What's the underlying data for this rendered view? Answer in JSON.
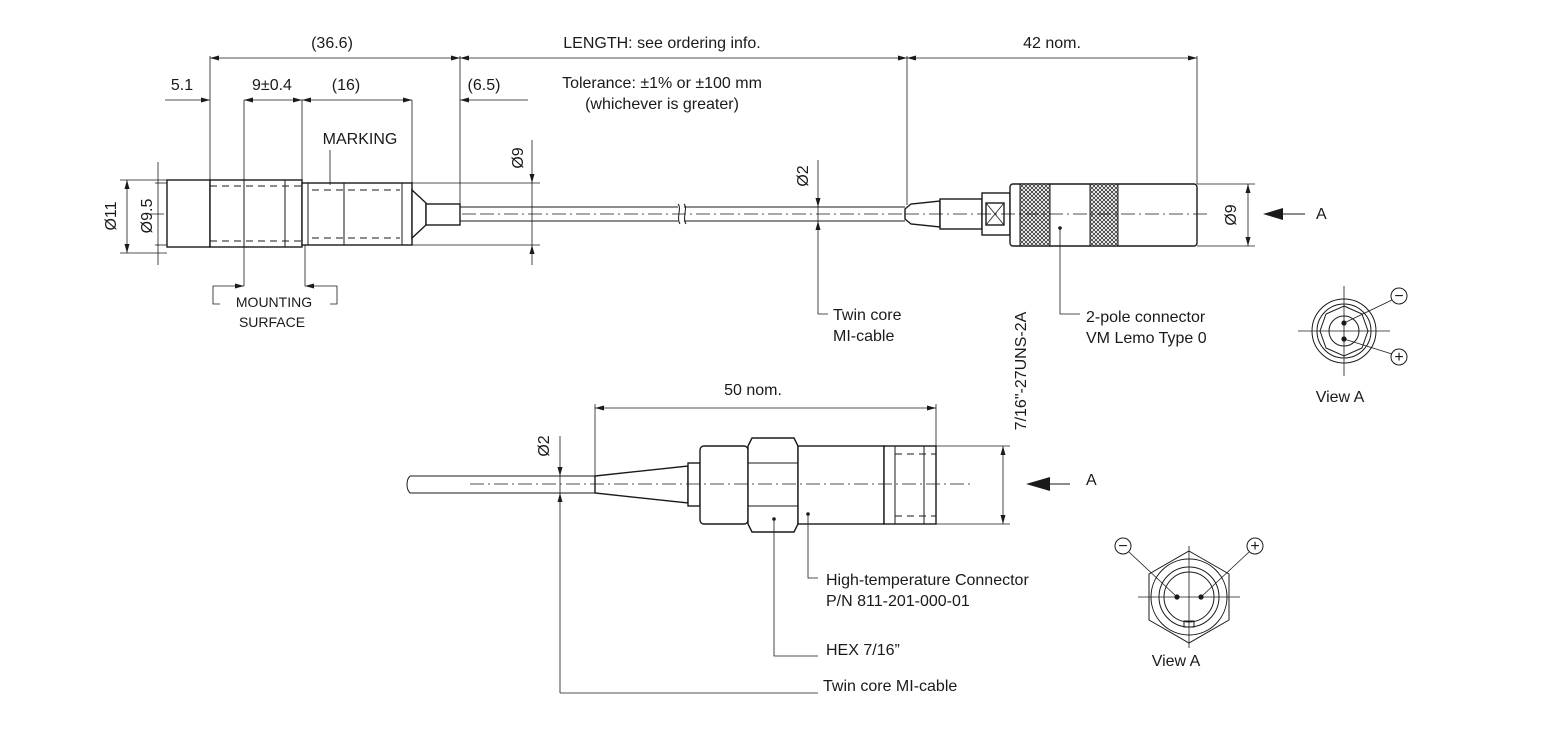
{
  "dimensions": {
    "overall_probe": "(36.6)",
    "length": "LENGTH: see ordering info.",
    "connector_length": "42 nom.",
    "tip": "5.1",
    "thread": "9±0.4",
    "body": "(16)",
    "tail": "(6.5)",
    "tolerance_line1": "Tolerance: ±1% or ±100 mm",
    "tolerance_line2": "(whichever is greater)",
    "dia_11": "Ø11",
    "dia_9_5": "Ø9.5",
    "dia_9_probe": "Ø9",
    "dia_2_top": "Ø2",
    "dia_9_connector": "Ø9",
    "bottom_length": "50 nom.",
    "dia_2_bottom": "Ø2",
    "thread_spec": "7/16\"-27UNS-2A"
  },
  "labels": {
    "marking": "MARKING",
    "mounting_line1": "MOUNTING",
    "mounting_line2": "SURFACE",
    "twin_core_line1": "Twin core",
    "twin_core_line2": "MI-cable",
    "lemo_line1": "2-pole connector",
    "lemo_line2": "VM Lemo Type 0",
    "view_arrow_top": "A",
    "view_arrow_bottom": "A",
    "view_a_top": "View A",
    "view_a_bottom": "View A",
    "ht_connector_line1": "High-temperature Connector",
    "ht_connector_line2": "P/N 811-201-000-01",
    "hex": "HEX 7/16”",
    "twin_core_bottom": "Twin core MI-cable",
    "minus_sign": "−",
    "plus_sign": "+"
  }
}
